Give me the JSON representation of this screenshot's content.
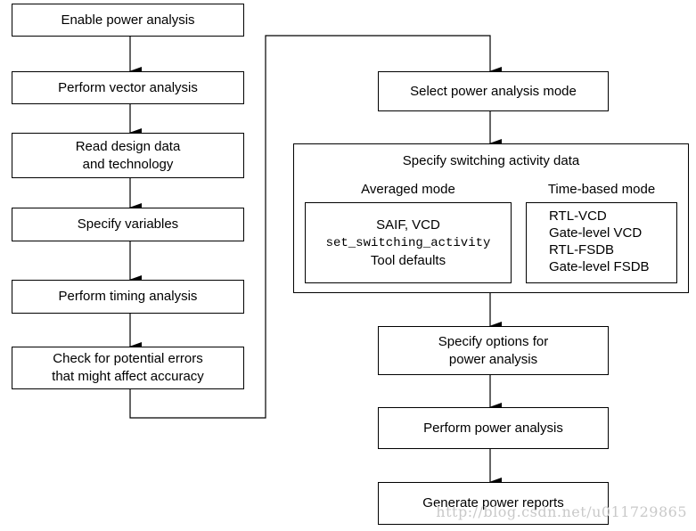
{
  "left_flow": {
    "enable": "Enable power analysis",
    "vector": "Perform vector analysis",
    "read_line1": "Read design data",
    "read_line2": "and technology",
    "variables": "Specify variables",
    "timing": "Perform timing analysis",
    "check_line1": "Check for potential errors",
    "check_line2": "that might affect accuracy"
  },
  "right_flow": {
    "select_mode": "Select power analysis mode",
    "switching": {
      "title": "Specify switching activity data",
      "averaged": {
        "label": "Averaged mode",
        "items": [
          "SAIF, VCD",
          "set_switching_activity",
          "Tool defaults"
        ]
      },
      "time_based": {
        "label": "Time-based mode",
        "items": [
          "RTL-VCD",
          "Gate-level VCD",
          "RTL-FSDB",
          "Gate-level FSDB"
        ]
      }
    },
    "options_line1": "Specify options for",
    "options_line2": "power analysis",
    "perform": "Perform power analysis",
    "reports": "Generate power reports"
  },
  "watermark": "http://blog.csdn.net/u011729865"
}
